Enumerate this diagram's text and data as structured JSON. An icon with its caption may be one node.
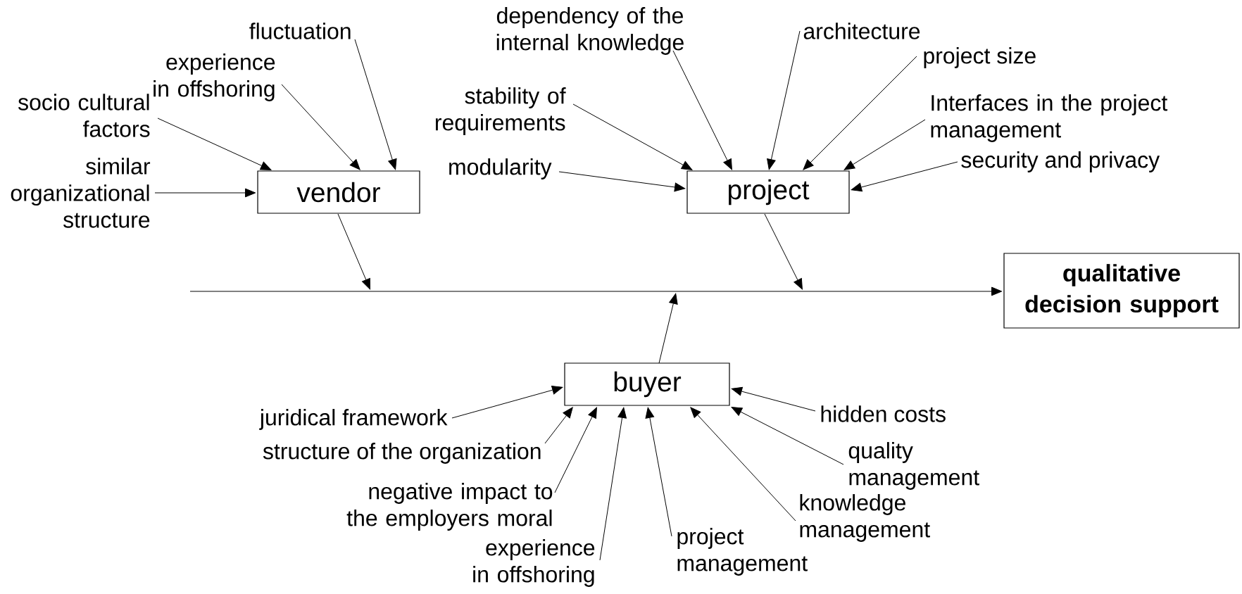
{
  "diagram": {
    "nodes": [
      {
        "text": [
          "vendor"
        ]
      },
      {
        "text": [
          "project"
        ]
      },
      {
        "text": [
          "buyer"
        ]
      },
      {
        "text": [
          "qualitative decision support"
        ]
      },
      {
        "text": [
          "fluctuation"
        ]
      },
      {
        "text": [
          "experience in offshoring"
        ]
      },
      {
        "text": [
          "socio cultural factors"
        ]
      },
      {
        "text": [
          "similar organizational structure"
        ]
      },
      {
        "text": [
          "dependency of the internal knowledge"
        ]
      },
      {
        "text": [
          "stability of requirements"
        ]
      },
      {
        "text": [
          "modularity"
        ]
      },
      {
        "text": [
          "architecture"
        ]
      },
      {
        "text": [
          "project size"
        ]
      },
      {
        "text": [
          "Interfaces in the project management"
        ]
      },
      {
        "text": [
          "security and privacy"
        ]
      },
      {
        "text": [
          "juridical framework"
        ]
      },
      {
        "text": [
          "structure of the organization"
        ]
      },
      {
        "text": [
          "negative impact to the employers moral"
        ]
      },
      {
        "text": [
          "experience in offshoring"
        ]
      },
      {
        "text": [
          "project management"
        ]
      },
      {
        "text": [
          "knowledge management"
        ]
      },
      {
        "text": [
          "quality management"
        ]
      },
      {
        "text": [
          "hidden costs"
        ]
      }
    ],
    "edges": [
      {
        "from": 4,
        "to": 0,
        "arrow": "to"
      },
      {
        "from": 5,
        "to": 0,
        "arrow": "to"
      },
      {
        "from": 6,
        "to": 0,
        "arrow": "to"
      },
      {
        "from": 7,
        "to": 0,
        "arrow": "to"
      },
      {
        "from": 8,
        "to": 1,
        "arrow": "to"
      },
      {
        "from": 9,
        "to": 1,
        "arrow": "to"
      },
      {
        "from": 10,
        "to": 1,
        "arrow": "to"
      },
      {
        "from": 11,
        "to": 1,
        "arrow": "to"
      },
      {
        "from": 12,
        "to": 1,
        "arrow": "to"
      },
      {
        "from": 13,
        "to": 1,
        "arrow": "to"
      },
      {
        "from": 14,
        "to": 1,
        "arrow": "to"
      },
      {
        "from": 15,
        "to": 2,
        "arrow": "to"
      },
      {
        "from": 16,
        "to": 2,
        "arrow": "to"
      },
      {
        "from": 17,
        "to": 2,
        "arrow": "to"
      },
      {
        "from": 18,
        "to": 2,
        "arrow": "to"
      },
      {
        "from": 19,
        "to": 2,
        "arrow": "to"
      },
      {
        "from": 20,
        "to": 2,
        "arrow": "to"
      },
      {
        "from": 21,
        "to": 2,
        "arrow": "to"
      },
      {
        "from": 22,
        "to": 2,
        "arrow": "to"
      },
      {
        "from": null,
        "to": 3,
        "arrow": "to"
      },
      {
        "from": 0,
        "to": null,
        "arrow": "to"
      },
      {
        "from": 1,
        "to": null,
        "arrow": "to"
      },
      {
        "from": 2,
        "to": null,
        "arrow": "to"
      }
    ]
  }
}
